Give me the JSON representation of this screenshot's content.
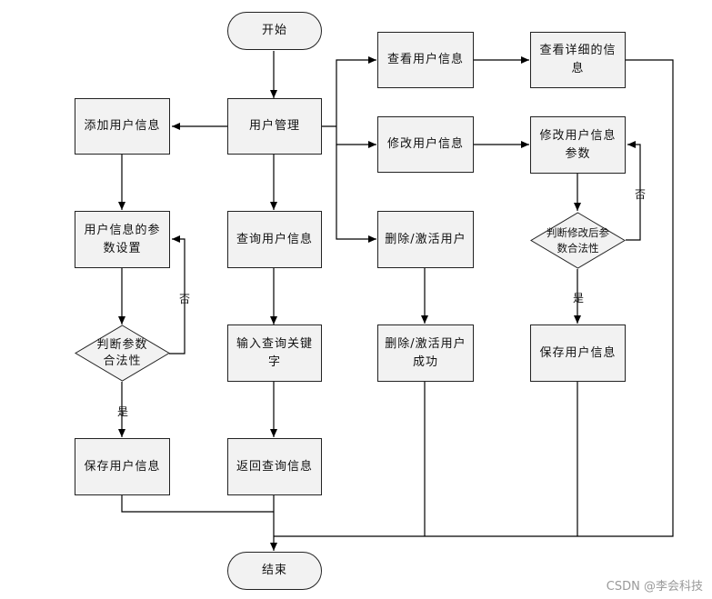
{
  "nodes": {
    "start": "开始",
    "user_mgmt": "用户管理",
    "add_user": "添加用户信息",
    "param_setting": "用户信息的参数设置",
    "check_legal": "判断参数合法性",
    "save_left": "保存用户信息",
    "query_user": "查询用户信息",
    "input_keyword": "输入查询关键字",
    "return_query": "返回查询信息",
    "view_user": "查看用户信息",
    "view_detail": "查看详细的信息",
    "modify_user": "修改用户信息",
    "modify_params": "修改用户信息参数",
    "check_modified": "判断修改后参数合法性",
    "save_right": "保存用户信息",
    "delete_activate": "删除/激活用户",
    "delete_success": "删除/激活用户成功",
    "end": "结束"
  },
  "labels": {
    "no_left": "否",
    "yes_left": "是",
    "no_right": "否",
    "yes_right": "是"
  },
  "watermark": "CSDN @李会科技"
}
